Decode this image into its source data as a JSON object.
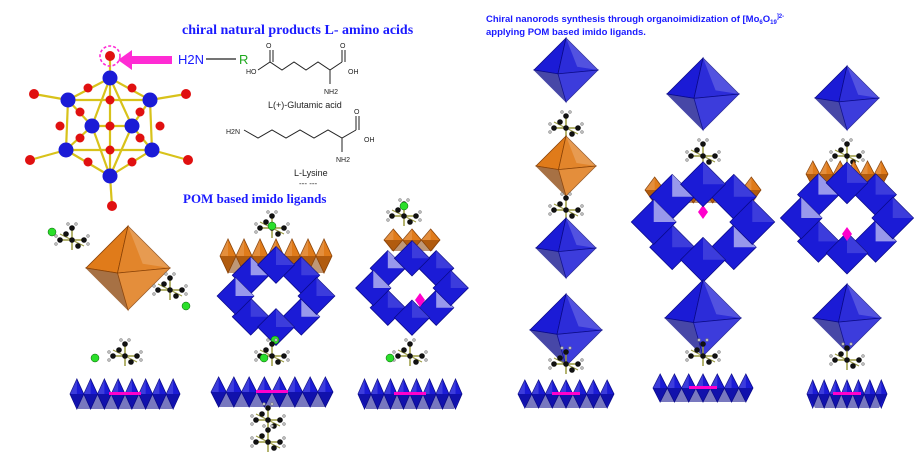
{
  "headings": {
    "chiral_products": "chiral natural products L- amino acids",
    "nanorods_line1": "Chiral nanorods synthesis through organoimidization of [Mo",
    "nanorods_sub1": "6",
    "nanorods_mid": "O",
    "nanorods_sub2": "19",
    "nanorods_sup": "]2-",
    "nanorods_line2": "applying POM based imido ligands.",
    "pom_ligands": "POM based imido ligands"
  },
  "amine": {
    "h2n": "H2N",
    "dash": "—",
    "r": "R"
  },
  "molecules": {
    "glutamic_label": "L(+)-Glutamic acid",
    "lysine_label": "L-Lysine",
    "ellipsis": "---  ---",
    "nh2": "NH2",
    "ho": "HO",
    "oh": "OH",
    "o": "O",
    "h2n_small": "H2N"
  },
  "colors": {
    "blue_poly": "#1b1bd6",
    "blue_dark": "#0a0a8a",
    "orange_poly": "#e07b1a",
    "orange_dark": "#8a4206",
    "magenta": "#ff00cc",
    "green_atom": "#2adf2a",
    "red_atom": "#e01010",
    "bond_yellow": "#d8c21a"
  }
}
